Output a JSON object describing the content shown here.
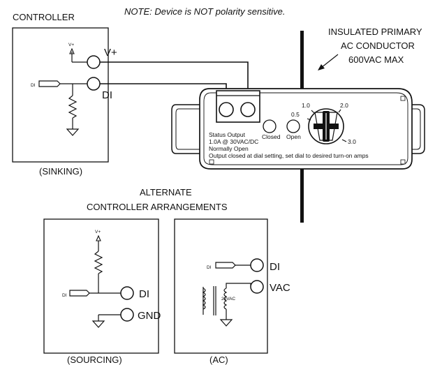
{
  "note": "NOTE: Device is NOT polarity sensitive.",
  "controller": {
    "title": "CONTROLLER",
    "vplus_small": "V+",
    "di_small": "DI",
    "vplus_terminal": "V+",
    "di_terminal": "DI",
    "caption": "(SINKING)"
  },
  "conductor": {
    "line1": "INSULATED PRIMARY",
    "line2": "AC CONDUCTOR",
    "line3": "600VAC MAX"
  },
  "device": {
    "status_lines": [
      "Status Output",
      "1.0A @ 30VAC/DC",
      "Normally Open",
      "Output closed at dial setting, set dial to desired turn-on amps"
    ],
    "led_closed": "Closed",
    "led_open": "Open",
    "dial_ticks": [
      "0.5",
      "1.0",
      "2.0",
      "3.0"
    ]
  },
  "alternate": {
    "line1": "ALTERNATE",
    "line2": "CONTROLLER ARRANGEMENTS"
  },
  "sourcing": {
    "vplus_small": "V+",
    "di_small": "DI",
    "di_terminal": "DI",
    "gnd_terminal": "GND",
    "caption": "(SOURCING)"
  },
  "ac": {
    "di_small": "DI",
    "di_terminal": "DI",
    "vac_terminal": "VAC",
    "transformer_label": "24VAC",
    "caption": "(AC)"
  }
}
